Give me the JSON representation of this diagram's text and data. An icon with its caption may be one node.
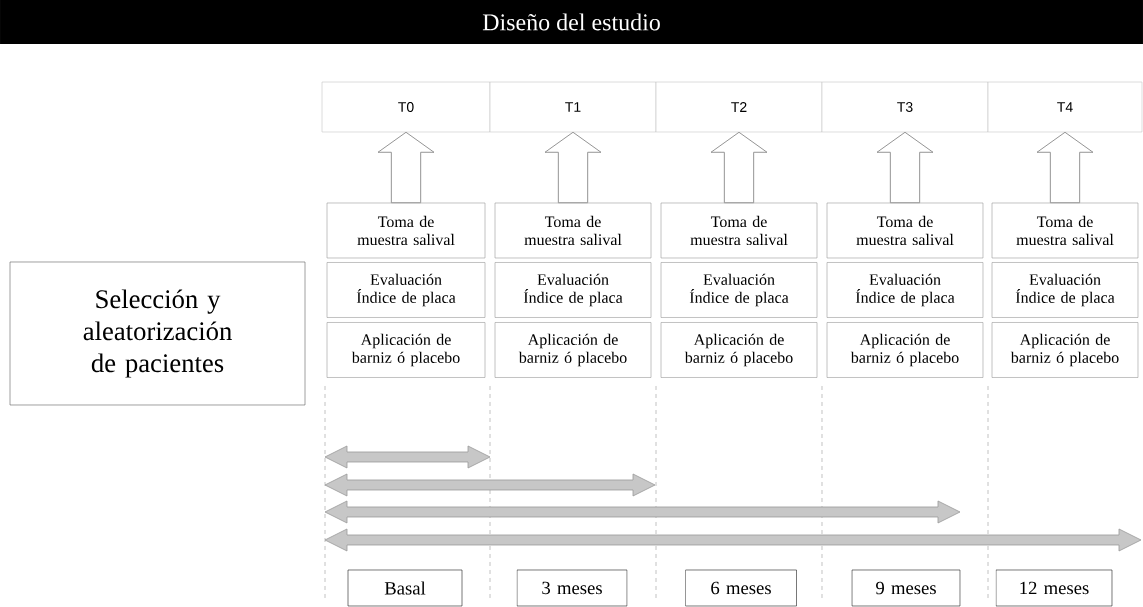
{
  "diagram": {
    "title": "Diseño del estudio",
    "nodes": [
      {
        "text": [
          "Selección y aleatorización de pacientes"
        ]
      },
      {
        "text": [
          "T0"
        ]
      },
      {
        "text": [
          "T1"
        ]
      },
      {
        "text": [
          "T2"
        ]
      },
      {
        "text": [
          "T3"
        ]
      },
      {
        "text": [
          "T4"
        ]
      },
      {
        "text": [
          "Toma de muestra salival"
        ]
      },
      {
        "text": [
          "Toma de muestra salival"
        ]
      },
      {
        "text": [
          "Toma de muestra salival"
        ]
      },
      {
        "text": [
          "Toma de muestra salival"
        ]
      },
      {
        "text": [
          "Toma de muestra salival"
        ]
      },
      {
        "text": [
          "Evaluación Índice de placa"
        ]
      },
      {
        "text": [
          "Evaluación Índice de placa"
        ]
      },
      {
        "text": [
          "Evaluación Índice de placa"
        ]
      },
      {
        "text": [
          "Evaluación Índice de placa"
        ]
      },
      {
        "text": [
          "Evaluación Índice de placa"
        ]
      },
      {
        "text": [
          "Aplicación de barniz ó placebo"
        ]
      },
      {
        "text": [
          "Aplicación de barniz ó placebo"
        ]
      },
      {
        "text": [
          "Aplicación de barniz ó placebo"
        ]
      },
      {
        "text": [
          "Aplicación de barniz ó placebo"
        ]
      },
      {
        "text": [
          "Aplicación de barniz ó placebo"
        ]
      },
      {
        "text": [
          "Basal"
        ]
      },
      {
        "text": [
          "3 meses"
        ]
      },
      {
        "text": [
          "6 meses"
        ]
      },
      {
        "text": [
          "9 meses"
        ]
      },
      {
        "text": [
          "12 meses"
        ]
      }
    ],
    "edges": [
      {
        "from": 6,
        "to": 1,
        "arrow": "to"
      },
      {
        "from": 7,
        "to": 2,
        "arrow": "to"
      },
      {
        "from": 8,
        "to": 3,
        "arrow": "to"
      },
      {
        "from": 9,
        "to": 4,
        "arrow": "to"
      },
      {
        "from": 10,
        "to": 5,
        "arrow": "to"
      }
    ]
  }
}
